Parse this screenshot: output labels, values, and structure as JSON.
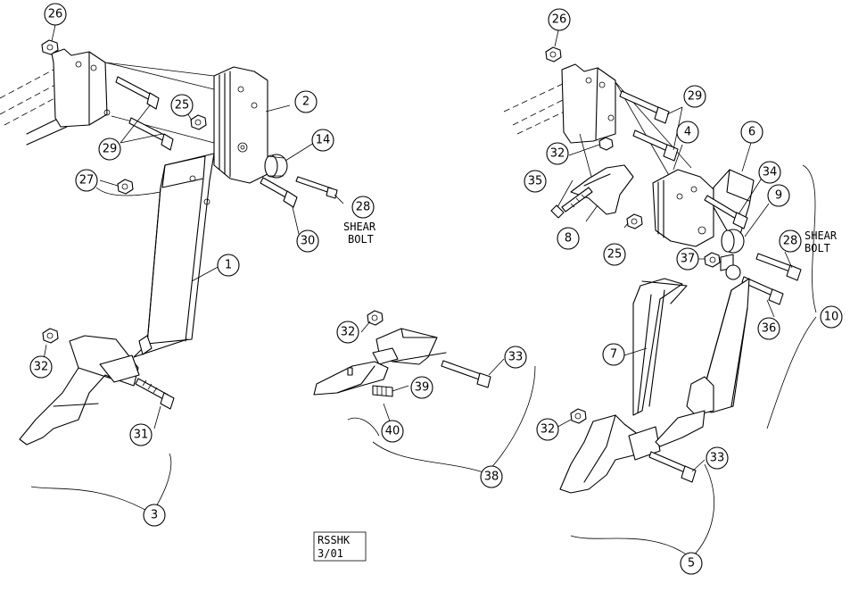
{
  "callouts": {
    "c1": "1",
    "c2": "2",
    "c3": "3",
    "c4": "4",
    "c5": "5",
    "c6": "6",
    "c7": "7",
    "c8": "8",
    "c9": "9",
    "c10": "10",
    "c14": "14",
    "c25a": "25",
    "c25b": "25",
    "c26a": "26",
    "c26b": "26",
    "c27": "27",
    "c28a": "28",
    "c28b": "28",
    "c29a": "29",
    "c29b": "29",
    "c30": "30",
    "c31": "31",
    "c32a": "32",
    "c32b": "32",
    "c32c": "32",
    "c32d": "32",
    "c33a": "33",
    "c33b": "33",
    "c34": "34",
    "c35": "35",
    "c36": "36",
    "c37": "37",
    "c38": "38",
    "c39": "39",
    "c40": "40"
  },
  "notes": {
    "shear_left_line1": "SHEAR",
    "shear_left_line2": "BOLT",
    "shear_right_line1": "SHEAR",
    "shear_right_line2": "BOLT"
  },
  "title_block": {
    "line1": "RSSHK",
    "line2": "3/01"
  }
}
